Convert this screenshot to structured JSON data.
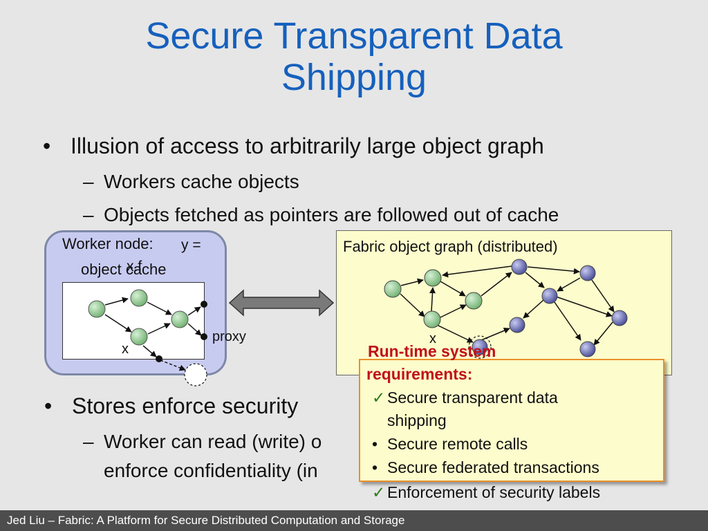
{
  "slide": {
    "title_line1": "Secure Transparent Data",
    "title_line2": "Shipping",
    "bullets": [
      {
        "mark": "•",
        "text": "Illusion of access to arbitrarily large object graph",
        "subs": [
          {
            "mark": "–",
            "text": "Workers cache objects"
          },
          {
            "mark": "–",
            "text": "Objects fetched as pointers are followed out of cache"
          }
        ]
      },
      {
        "mark": "•",
        "text": "Stores enforce security",
        "subs": [
          {
            "mark": "–",
            "text": "Worker can read (write) o",
            "text2": "enforce confidentiality (in"
          }
        ]
      }
    ]
  },
  "diagram": {
    "worker_title": "Worker node:",
    "worker_cache": "object cache",
    "y_label": "y =",
    "f_label": "x.f",
    "x_label": "x",
    "proxy_label": "proxy",
    "fabric_title": "Fabric object graph (distributed)",
    "fabric_x_label": "x",
    "colors": {
      "green_node": "#7fbf7f",
      "blue_node": "#5a5fa8",
      "arrow": "#666666"
    }
  },
  "callout": {
    "heading_line1": "Run-time system",
    "heading_line2": "requirements:",
    "items": [
      {
        "mark": "✓",
        "text": "Secure transparent data",
        "text2": "shipping"
      },
      {
        "mark": "•",
        "text": "Secure remote calls"
      },
      {
        "mark": "•",
        "text": "Secure federated transactions"
      },
      {
        "mark": "✓",
        "text": "Enforcement of security labels"
      }
    ]
  },
  "footer": {
    "text": "Jed Liu – Fabric: A Platform for Secure Distributed Computation and Storage"
  }
}
